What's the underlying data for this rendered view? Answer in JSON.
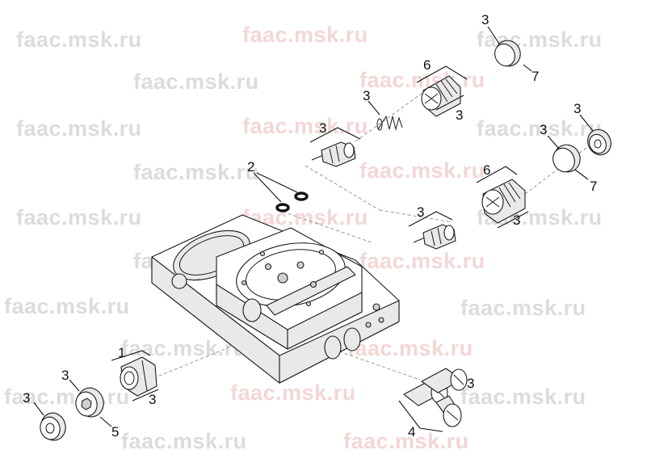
{
  "watermark": {
    "text": "faac.msk.ru",
    "colors": {
      "grey": "#dcdcdc",
      "red": "#f4d6d6"
    }
  },
  "callouts": {
    "c1": "3",
    "c2": "7",
    "c3": "6",
    "c4": "3",
    "c5": "3",
    "c6": "3",
    "c7": "3",
    "c8": "3",
    "c9": "2",
    "c10": "6",
    "c11": "7",
    "c12": "3",
    "c13": "3",
    "c14": "1",
    "c15": "3",
    "c16": "3",
    "c17": "3",
    "c18": "5",
    "c19": "3",
    "c20": "4"
  },
  "colors": {
    "ink": "#111111",
    "background": "#ffffff"
  }
}
